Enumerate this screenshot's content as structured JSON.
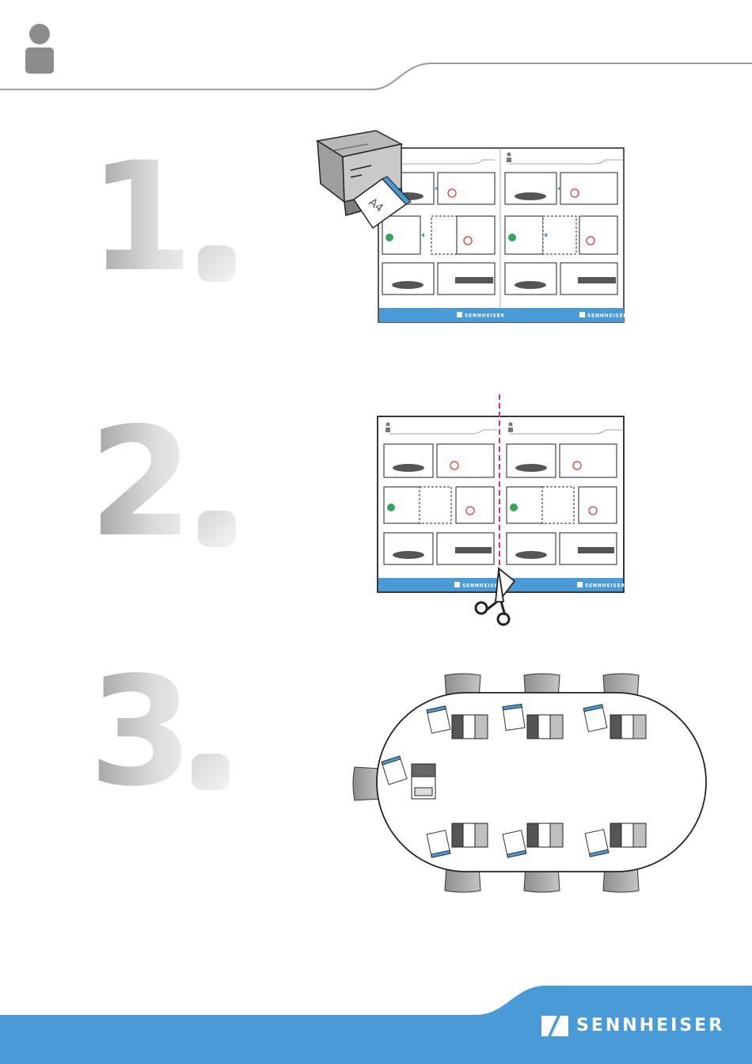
{
  "step_numbers": [
    "1",
    "2",
    "3"
  ],
  "paper_label": "A4",
  "brand": {
    "name": "SENNHEISER",
    "color": "#4a9ad8"
  },
  "icons": {
    "person": "person-icon",
    "printer": "printer-icon",
    "scissors": "scissors-icon",
    "brand_logo": "sennheiser-logo-icon",
    "cut_line": "dashed-cut-line"
  },
  "colors": {
    "accent_blue": "#4a9ad8",
    "cut_line": "#d6336c",
    "numeral_gray": "#c8c8c8"
  }
}
